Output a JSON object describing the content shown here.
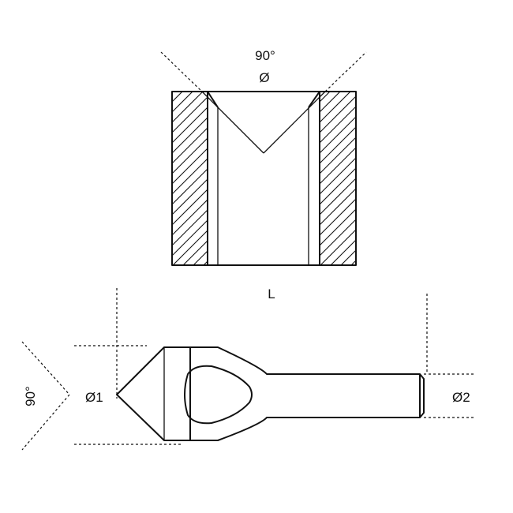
{
  "labels": {
    "top_angle": "90°",
    "top_diameter": "Ø",
    "length": "L",
    "tool_angle": "90°",
    "diameter_1": "Ø1",
    "diameter_2": "Ø2"
  },
  "colors": {
    "line": "#111111",
    "background": "#ffffff"
  }
}
